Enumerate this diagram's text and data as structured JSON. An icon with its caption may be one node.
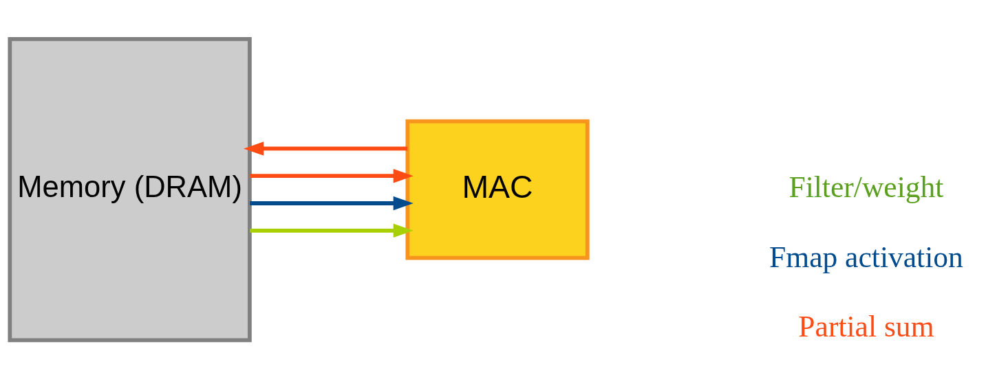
{
  "diagram": {
    "nodes": [
      {
        "text": [
          "Memory (DRAM)"
        ]
      },
      {
        "text": [
          "MAC"
        ]
      }
    ],
    "edges": [
      {
        "from": 0,
        "to": 1,
        "arrow": "to",
        "color": "#a8d000"
      },
      {
        "from": 0,
        "to": 1,
        "arrow": "to",
        "color": "#004b8d"
      },
      {
        "from": 0,
        "to": 1,
        "arrow": "to",
        "color": "#ff4b14"
      },
      {
        "from": 1,
        "to": 0,
        "arrow": "to",
        "color": "#ff4b14"
      }
    ],
    "legend": [
      {
        "text": "Filter/weight",
        "color": "#5aa01e"
      },
      {
        "text": "Fmap activation",
        "color": "#004b8d"
      },
      {
        "text": "Partial sum",
        "color": "#ff4b14"
      }
    ]
  }
}
